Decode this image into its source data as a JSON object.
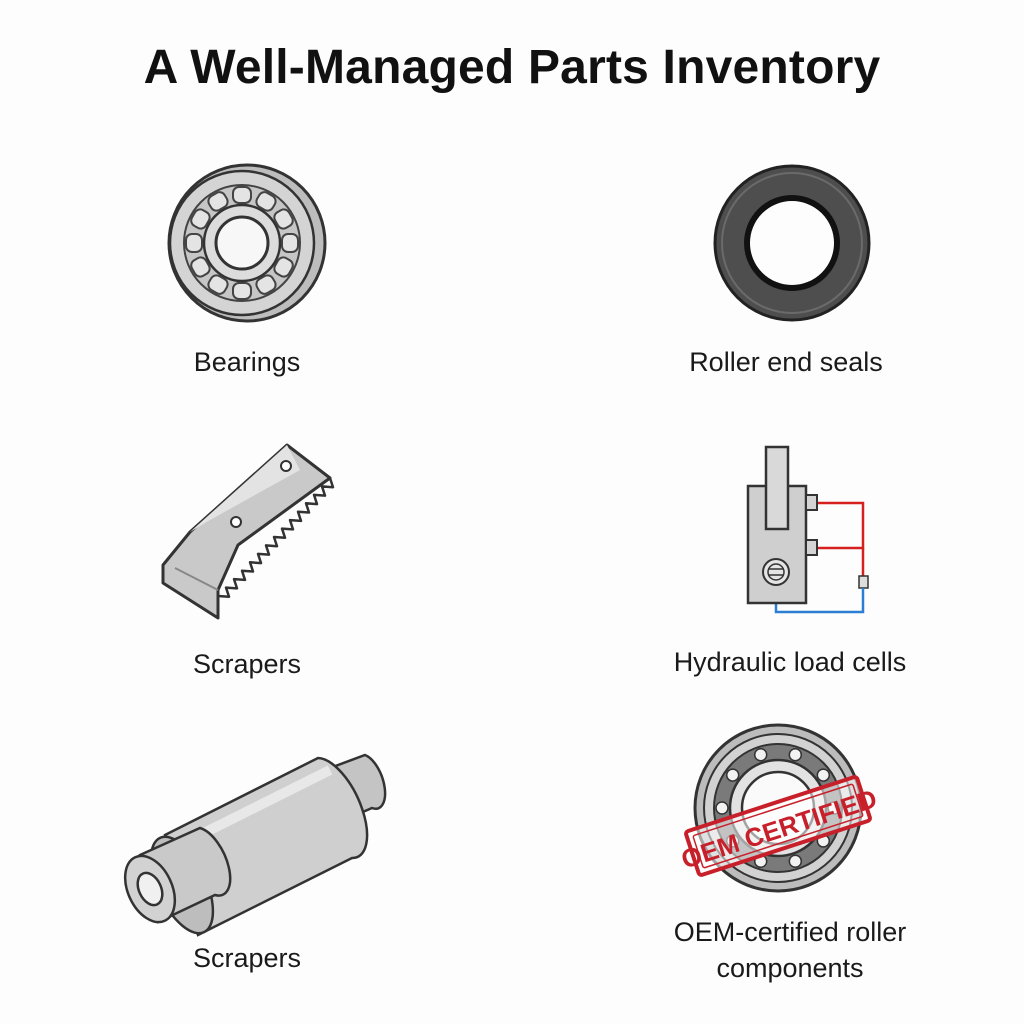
{
  "title": "A Well-Managed Parts Inventory",
  "items": [
    {
      "label": "Bearings",
      "icon": "ball-bearing-icon"
    },
    {
      "label": "Roller end seals",
      "icon": "seal-ring-icon"
    },
    {
      "label": "Scrapers",
      "icon": "scraper-blade-icon"
    },
    {
      "label": "Hydraulic load cells",
      "icon": "load-cell-icon"
    },
    {
      "label": "Scrapers",
      "icon": "roller-shaft-icon"
    },
    {
      "label": "OEM-certified roller components",
      "icon": "certified-bearing-icon",
      "stamp": "OEM CERTIFIED"
    }
  ],
  "colors": {
    "steel": "#c9c9c9",
    "outline": "#3a3a3a",
    "stamp": "#c8202a",
    "wire_red": "#d62020",
    "wire_blue": "#2a7fd4"
  }
}
